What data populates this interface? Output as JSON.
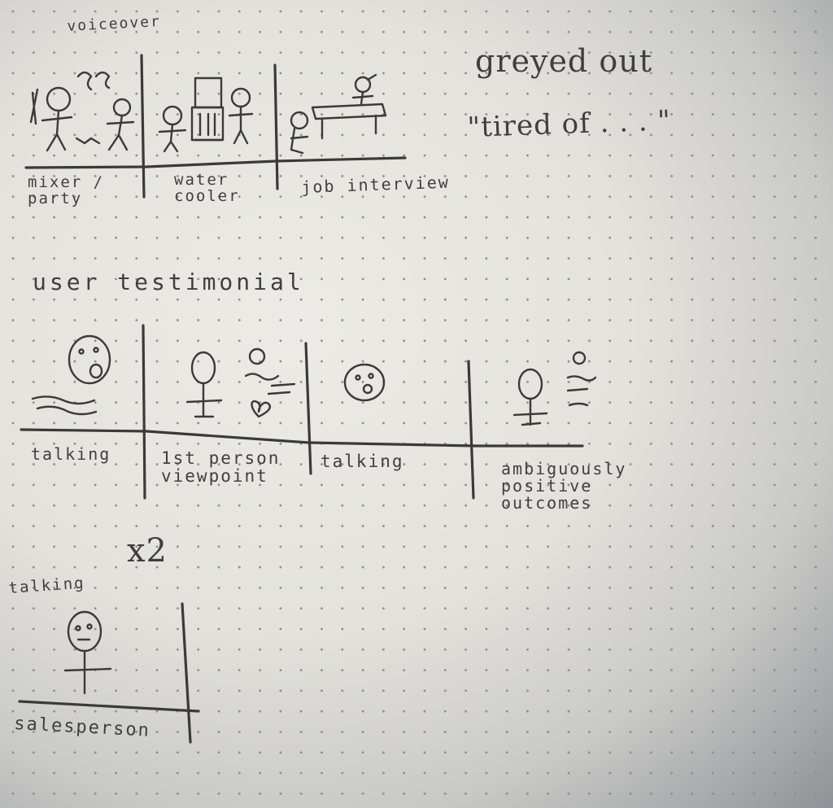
{
  "storyboard": {
    "row1": {
      "heading": "voiceover",
      "panels": [
        "mixer / party",
        "water cooler",
        "job interview"
      ],
      "note_1": "greyed out",
      "note_2": "\"tired of . . . \""
    },
    "row2": {
      "heading": "user testimonial",
      "panels": [
        "talking",
        "1st person viewpoint",
        "talking",
        "ambiguously positive outcomes"
      ]
    },
    "row3": {
      "repeat": "x2",
      "heading": "talking",
      "panels": [
        "salesperson"
      ]
    }
  },
  "colors": {
    "pencil": "#3f3f3f",
    "paper": "#e6e5df",
    "dots": "#8b8b88"
  }
}
